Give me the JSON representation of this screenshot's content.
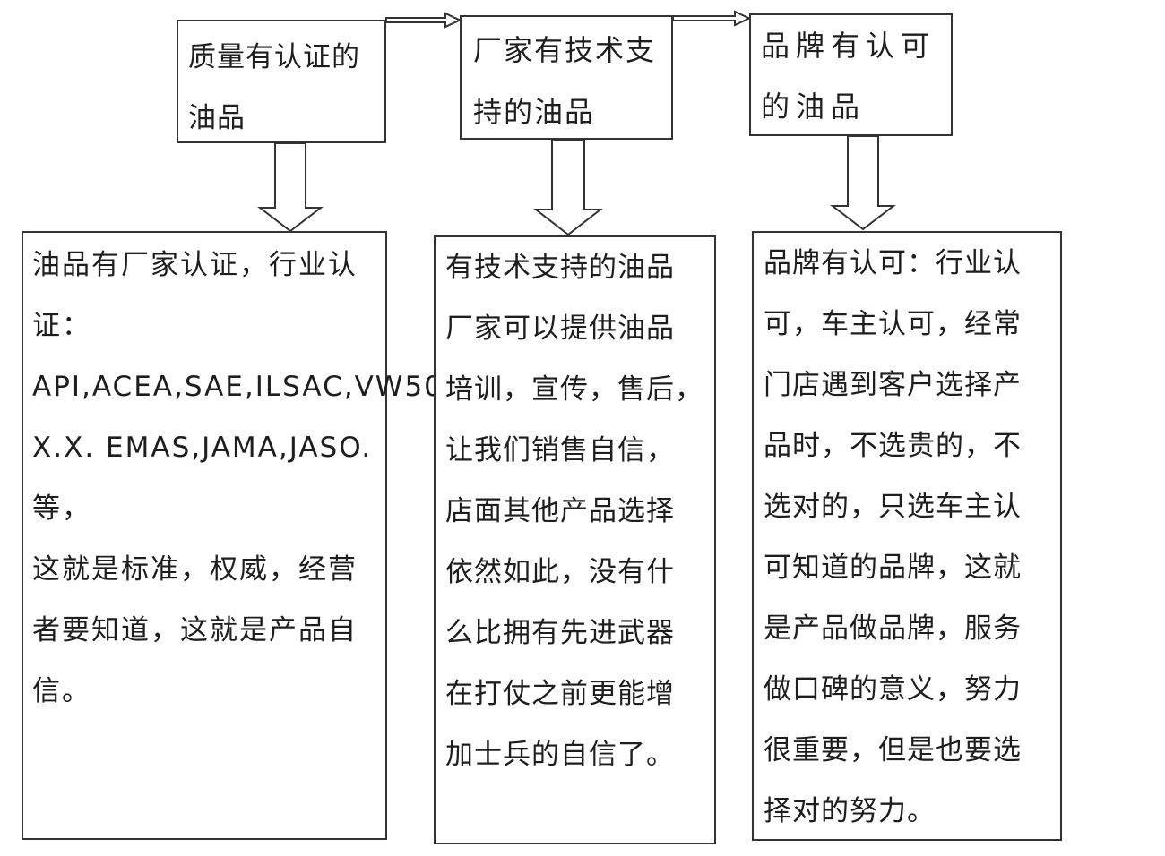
{
  "top_boxes": [
    {
      "text": "质量有认证的\n油品"
    },
    {
      "text": "厂家有技术支\n持的油品"
    },
    {
      "text": "品牌有认可\n的油品"
    }
  ],
  "bottom_boxes": [
    {
      "text": "油品有厂家认证，行业认\n证：\nAPI,ACEA,SAE,ILSAC,VW50\nX.X. EMAS,JAMA,JASO.等，\n这就是标准，权威，经营\n者要知道，这就是产品自\n信。"
    },
    {
      "text": "有技术支持的油品\n厂家可以提供油品\n培训，宣传，售后，\n让我们销售自信，\n店面其他产品选择\n依然如此，没有什\n么比拥有先进武器\n在打仗之前更能增\n加士兵的自信了。"
    },
    {
      "text": "品牌有认可：行业认\n可，车主认可，经常\n门店遇到客户选择产\n品时，不选贵的，不\n选对的，只选车主认\n可知道的品牌，这就\n是产品做品牌，服务\n做口碑的意义，努力\n很重要，但是也要选\n择对的努力。"
    }
  ],
  "colors": {
    "border": "#333333",
    "text": "#1e1e1e",
    "background": "#ffffff"
  }
}
